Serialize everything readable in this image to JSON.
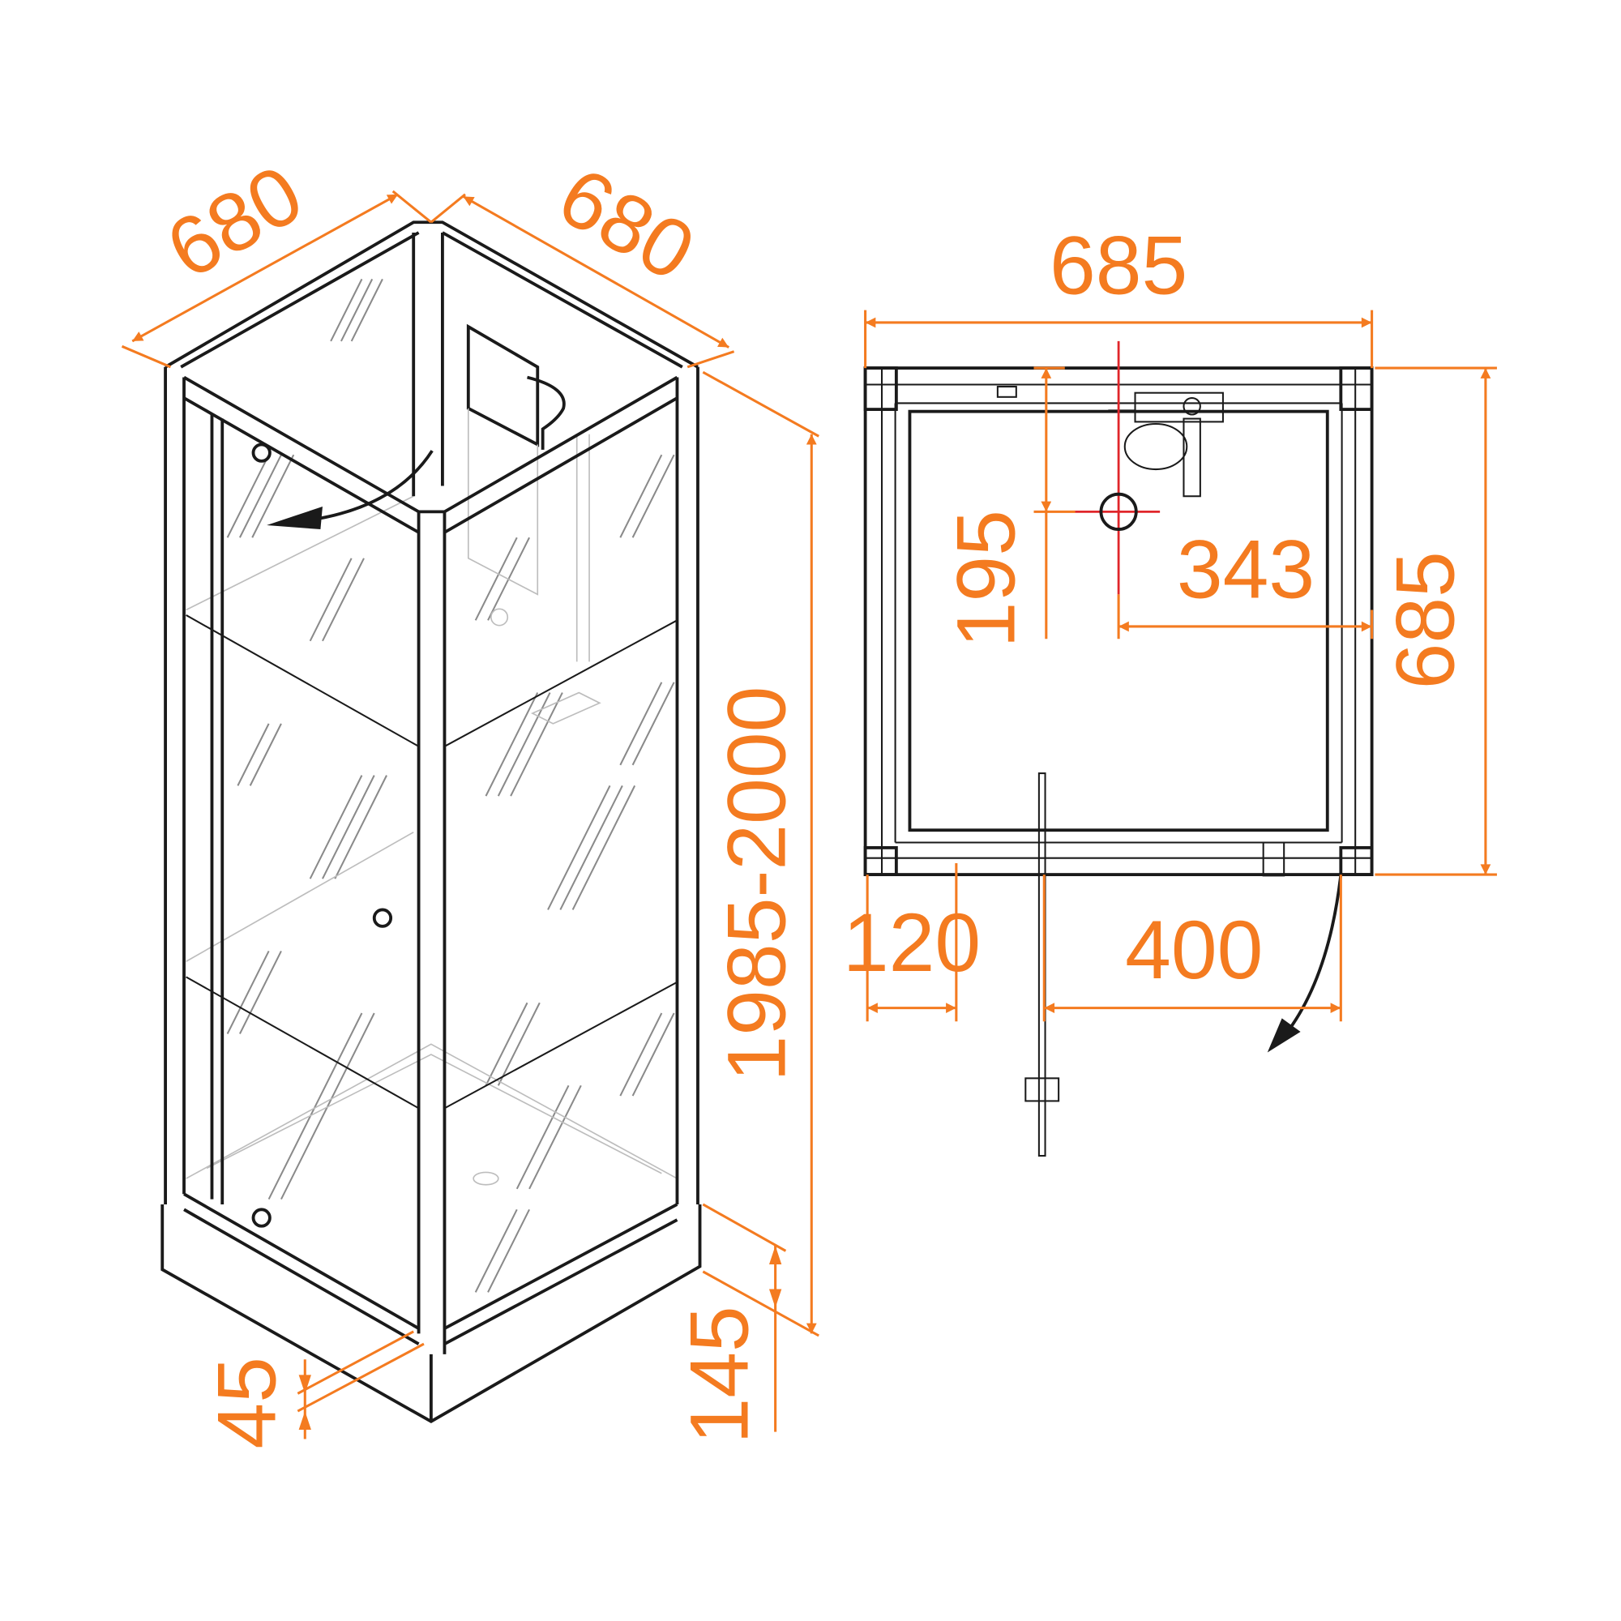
{
  "colors": {
    "dimension": "#f47b20",
    "outline": "#1a1a1a",
    "center_mark": "#e0262b"
  },
  "iso_view": {
    "width_left": "680",
    "width_right": "680",
    "height": "1985-2000",
    "tray_height": "145",
    "tray_step": "45"
  },
  "plan_view": {
    "width": "685",
    "depth": "685",
    "drain_from_back": "195",
    "drain_from_side": "343",
    "door_offset": "120",
    "door_width": "400"
  }
}
